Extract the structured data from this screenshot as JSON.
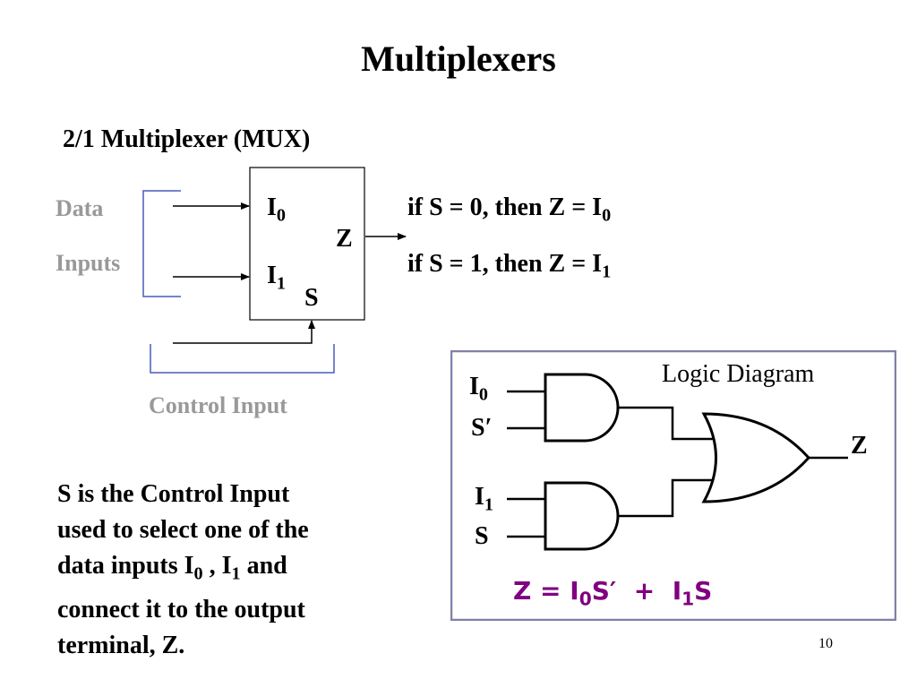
{
  "title": "Multiplexers",
  "subtitle": "2/1 Multiplexer (MUX)",
  "mux_block": {
    "data_label": "Data",
    "inputs_label": "Inputs",
    "control_label": "Control Input",
    "in0": "I",
    "in0_sub": "0",
    "in1": "I",
    "in1_sub": "1",
    "out": "Z",
    "sel": "S"
  },
  "rules": {
    "rule0_text": "if S = 0, then Z = I",
    "rule0_sub": "0",
    "rule1_text": "if S = 1, then Z = I",
    "rule1_sub": "1"
  },
  "logic": {
    "title": "Logic Diagram",
    "i0": "I",
    "i0_sub": "0",
    "s_prime": "S′",
    "i1": "I",
    "i1_sub": "1",
    "s": "S",
    "z": "Z",
    "eq_a": "Z = I",
    "eq_sub0": "0",
    "eq_b": "S′  +  I",
    "eq_sub1": "1",
    "eq_c": "S",
    "eq_color": "#800080"
  },
  "description": {
    "line1": "S is the Control Input",
    "line2": "used to select one of the",
    "line3_a": "data inputs I",
    "line3_sub0": "0",
    "line3_b": " , I",
    "line3_sub1": "1",
    "line3_c": " and",
    "line4": "connect it to the output",
    "line5": "terminal, Z."
  },
  "page_number": "10",
  "colors": {
    "bracket": "#4a5ab8",
    "frame": "#8080a8",
    "gray_text": "#999999"
  }
}
